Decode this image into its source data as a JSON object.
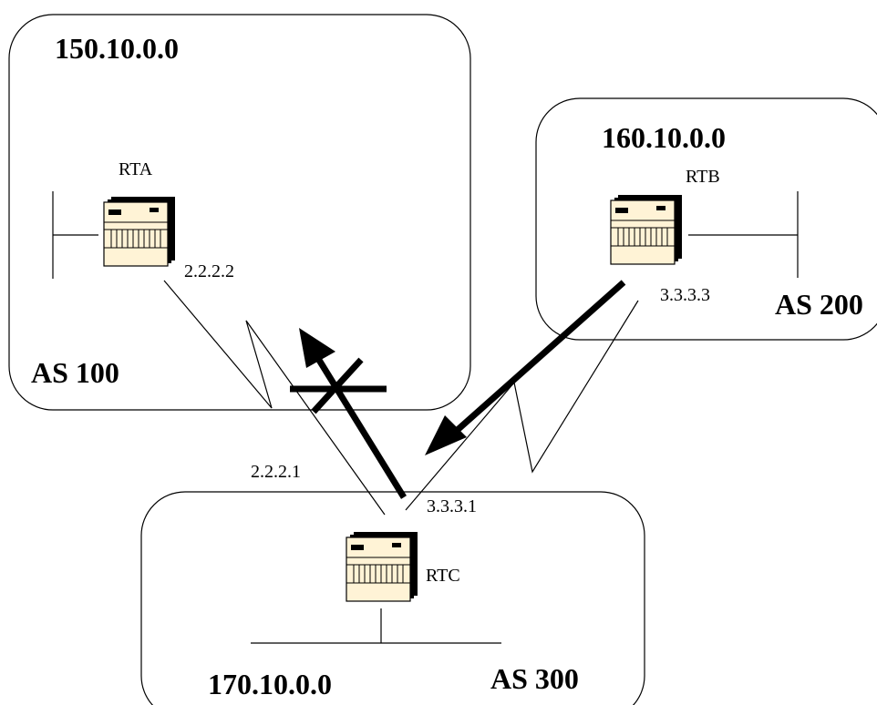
{
  "as100": {
    "network": "150.10.0.0",
    "as_label": "AS 100",
    "router": "RTA",
    "router_ip": "2.2.2.2"
  },
  "as200": {
    "network": "160.10.0.0",
    "as_label": "AS 200",
    "router": "RTB",
    "router_ip": "3.3.3.3"
  },
  "as300": {
    "network": "170.10.0.0",
    "as_label": "AS 300",
    "router": "RTC",
    "ip_to_rta": "2.2.2.1",
    "ip_to_rtb": "3.3.3.1"
  }
}
